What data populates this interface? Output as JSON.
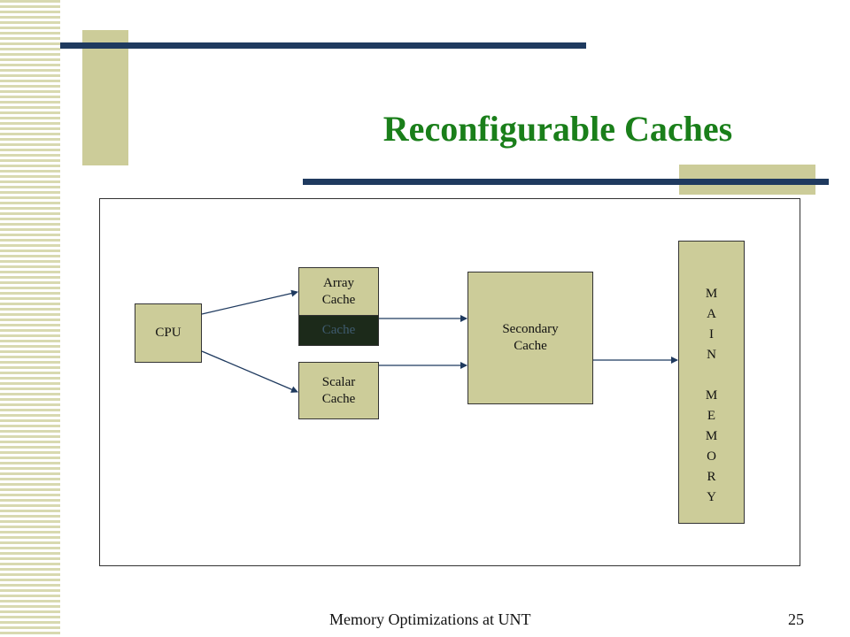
{
  "slide": {
    "title": "Reconfigurable Caches",
    "footer_left": "Memory Optimizations at UNT",
    "page_number": "25"
  },
  "diagram": {
    "cpu": "CPU",
    "array_cache": "Array\nCache",
    "cache_overlay": "Cache",
    "scalar_cache": "Scalar\nCache",
    "secondary_cache": "Secondary\nCache",
    "main_memory": [
      "M",
      "A",
      "I",
      "N",
      "",
      "M",
      "E",
      "M",
      "O",
      "R",
      "Y"
    ]
  },
  "colors": {
    "accent_bar": "#1f3a5f",
    "deco_block": "#cccc99",
    "title": "#1a7f1a",
    "box_fill": "#cccc99",
    "overlay_fill": "#1c2a1a",
    "overlay_text": "#3f5b6f"
  }
}
